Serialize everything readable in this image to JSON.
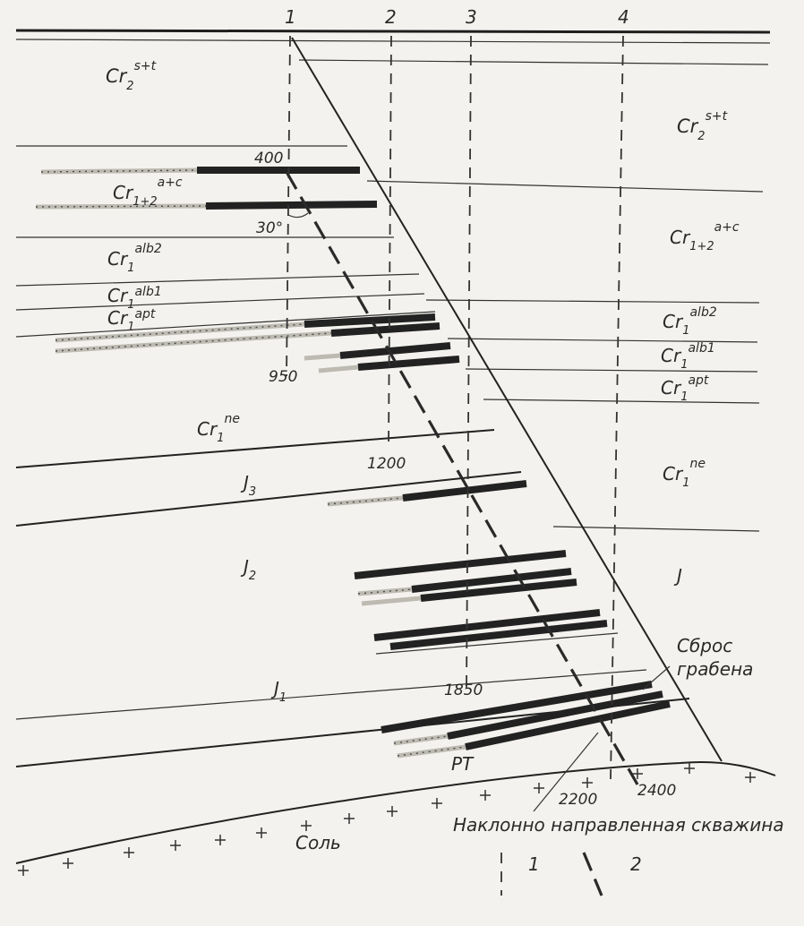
{
  "well_numbers": [
    "1",
    "2",
    "3",
    "4"
  ],
  "depths": {
    "d400": "400",
    "d950": "950",
    "d1200": "1200",
    "d1850": "1850",
    "d2200": "2200",
    "d2400": "2400"
  },
  "angle": "30°",
  "units_left": [
    {
      "base": "Cr",
      "sub": "2",
      "sup": "s+t"
    },
    {
      "base": "Cr",
      "sub": "1+2",
      "sup": "a+c"
    },
    {
      "base": "Cr",
      "sub": "1",
      "sup": "alb2"
    },
    {
      "base": "Cr",
      "sub": "1",
      "sup": "alb1"
    },
    {
      "base": "Cr",
      "sub": "1",
      "sup": "apt"
    },
    {
      "base": "Cr",
      "sub": "1",
      "sup": "ne"
    },
    {
      "base": "J",
      "sub": "3",
      "sup": ""
    },
    {
      "base": "J",
      "sub": "2",
      "sup": ""
    },
    {
      "base": "J",
      "sub": "1",
      "sup": ""
    }
  ],
  "units_right": [
    {
      "base": "Cr",
      "sub": "2",
      "sup": "s+t"
    },
    {
      "base": "Cr",
      "sub": "1+2",
      "sup": "a+c"
    },
    {
      "base": "Cr",
      "sub": "1",
      "sup": "alb2"
    },
    {
      "base": "Cr",
      "sub": "1",
      "sup": "alb1"
    },
    {
      "base": "Cr",
      "sub": "1",
      "sup": "apt"
    },
    {
      "base": "Cr",
      "sub": "1",
      "sup": "ne"
    },
    {
      "base": "J",
      "sub": "",
      "sup": ""
    }
  ],
  "pt_label": "PT",
  "salt_label": "Соль",
  "fault_label_line1": "Сброс",
  "fault_label_line2": "грабена",
  "inclined_well_label": "Наклонно направленная скважина",
  "legend": {
    "item1": "1",
    "item2": "2"
  }
}
